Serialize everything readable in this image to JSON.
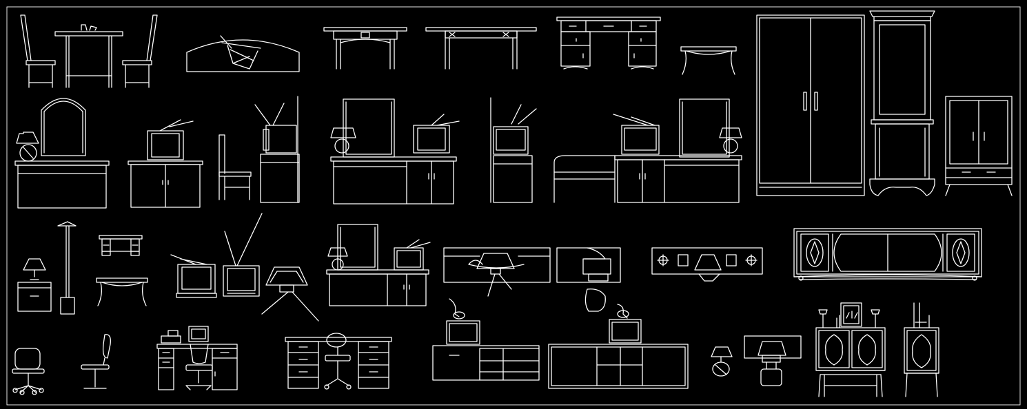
{
  "drawing": {
    "background": "#000000",
    "stroke": "#ffffff",
    "blocks": [
      "dining-table-set-elevation",
      "curved-headboard-with-tv-plan",
      "console-table-elevation",
      "long-console-table-elevation",
      "pedestal-desk-elevation",
      "small-cabriole-table",
      "double-door-wardrobe",
      "tall-cabinet-with-cornice",
      "small-two-door-cabinet",
      "vanity-with-mirror-and-lamp",
      "tv-cabinet-elevation",
      "chair-side-elevation",
      "tv-stand-side-elevation",
      "dresser-with-tv-elevation",
      "tv-cabinet-side-elevation",
      "sofa-and-tv-cabinet-elevation",
      "nightstand-with-lamp",
      "floor-lamp",
      "small-desk-plan",
      "small-cabriole-table-2",
      "crt-tv-with-antenna-front",
      "crt-tv-front",
      "crt-tv-plan",
      "dresser-with-tv-2",
      "wall-panel-with-tv",
      "tv-cabinet-plan",
      "wall-panel-with-sockets",
      "long-ornate-sideboard",
      "office-chair-front",
      "office-chair-side",
      "computer-desk-with-chair",
      "double-pedestal-desk-with-chair",
      "low-tv-cabinet-with-satellite-tv",
      "long-tv-cabinet-with-satellite-tv",
      "table-lamp",
      "tv-on-stand-plan",
      "ornate-cabinet-with-vases",
      "ornate-narrow-cabinet"
    ]
  }
}
